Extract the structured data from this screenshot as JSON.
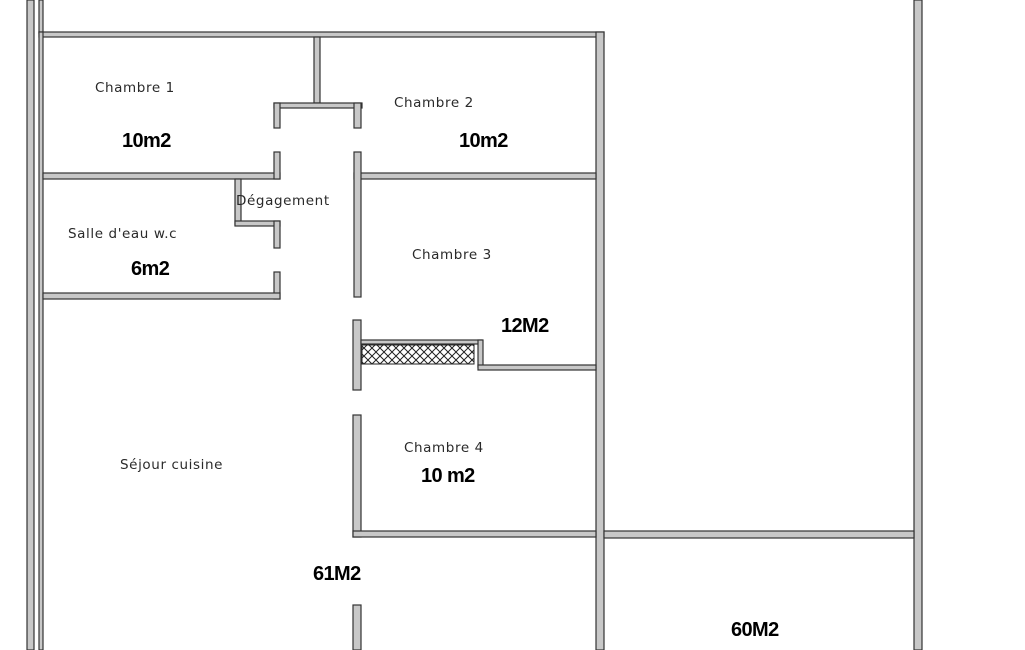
{
  "plan": {
    "colors": {
      "wall_fill": "#c8c8c8",
      "wall_edge": "#333333",
      "background": "#ffffff"
    },
    "rooms": [
      {
        "id": "chambre-1",
        "name": "Chambre 1",
        "area": "10m2"
      },
      {
        "id": "chambre-2",
        "name": "Chambre 2",
        "area": "10m2"
      },
      {
        "id": "degagement",
        "name": "Dégagement",
        "area": ""
      },
      {
        "id": "salle-eau",
        "name": "Salle d'eau w.c",
        "area": "6m2"
      },
      {
        "id": "chambre-3",
        "name": "Chambre 3",
        "area": "12M2"
      },
      {
        "id": "chambre-4",
        "name": "Chambre 4",
        "area": "10 m2"
      },
      {
        "id": "sejour-cuisine",
        "name": "Séjour cuisine",
        "area": "61M2"
      },
      {
        "id": "annex-room",
        "name": "",
        "area": "60M2"
      }
    ],
    "closet": {
      "pattern": "cross-hatch"
    }
  }
}
